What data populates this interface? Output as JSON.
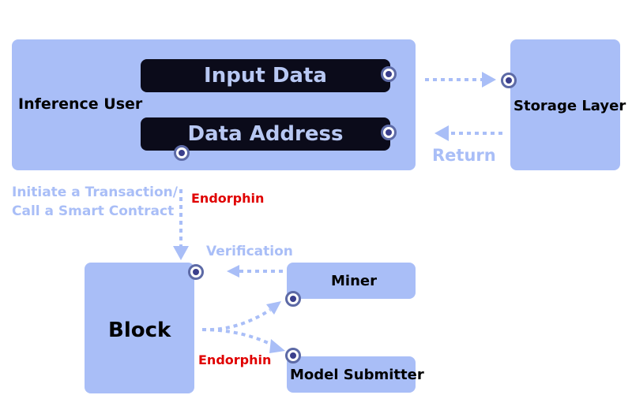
{
  "nodes": {
    "inference_user": "Inference User",
    "input_data": "Input Data",
    "data_address": "Data Address",
    "storage_layer": "Storage Layer",
    "block": "Block",
    "miner": "Miner",
    "model_submitter": "Model Submitter"
  },
  "edges": {
    "return": "Return",
    "initiate_line1": "Initiate a Transaction/",
    "initiate_line2": "Call a Smart Contract",
    "endorphin_top": "Endorphin",
    "verification": "Verification",
    "endorphin_bottom": "Endorphin"
  },
  "colors": {
    "box_fill": "#a9bef7",
    "dark_fill": "#0b0b1a",
    "arrow": "#a9bef7",
    "highlight_text": "#e00000"
  }
}
